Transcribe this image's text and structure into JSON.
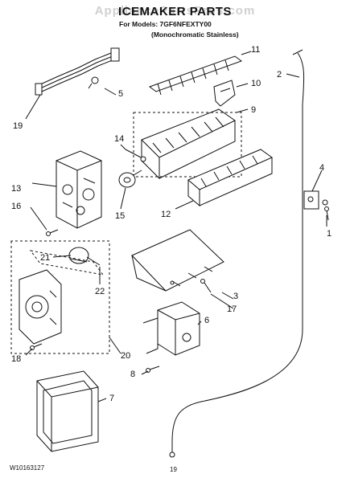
{
  "header": {
    "watermark": "AppliancePartsPros.com",
    "title": "ICEMAKER PARTS",
    "models": "For Models: 7GF6NFEXTY00",
    "variant": "(Monochromatic Stainless)"
  },
  "callouts": [
    "1",
    "2",
    "3",
    "4",
    "5",
    "6",
    "7",
    "8",
    "9",
    "10",
    "11",
    "12",
    "13",
    "14",
    "15",
    "16",
    "17",
    "18",
    "19",
    "20",
    "21",
    "22"
  ],
  "footer": {
    "doc_number": "W10163127",
    "page_number": "19"
  }
}
